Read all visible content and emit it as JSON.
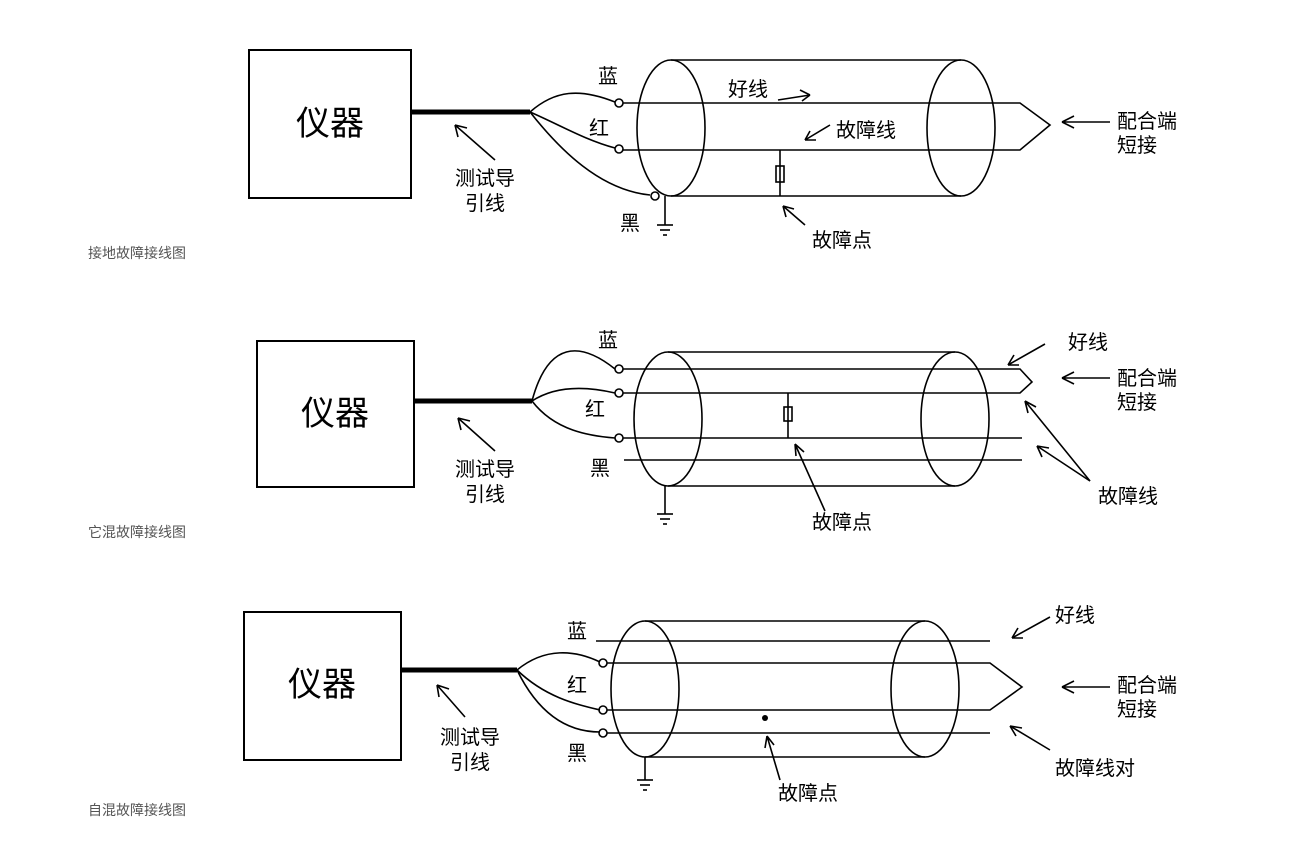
{
  "diagrams": [
    {
      "caption": "接地故障接线图",
      "instrument": "仪器",
      "lead_line_1": "测试导",
      "lead_line_2": "引线",
      "blue": "蓝",
      "red": "红",
      "black": "黑",
      "good_wire": "好线",
      "fault_wire": "故障线",
      "fault_point": "故障点",
      "far_end_1": "配合端",
      "far_end_2": "短接"
    },
    {
      "caption": "它混故障接线图",
      "instrument": "仪器",
      "lead_line_1": "测试导",
      "lead_line_2": "引线",
      "blue": "蓝",
      "red": "红",
      "black": "黑",
      "good_wire": "好线",
      "fault_wire": "故障线",
      "fault_point": "故障点",
      "far_end_1": "配合端",
      "far_end_2": "短接"
    },
    {
      "caption": "自混故障接线图",
      "instrument": "仪器",
      "lead_line_1": "测试导",
      "lead_line_2": "引线",
      "blue": "蓝",
      "red": "红",
      "black": "黑",
      "good_wire": "好线",
      "fault_wire": "故障线对",
      "fault_point": "故障点",
      "far_end_1": "配合端",
      "far_end_2": "短接"
    }
  ],
  "colors": {
    "line": "#000000",
    "caption": "#555555",
    "background": "#ffffff"
  }
}
